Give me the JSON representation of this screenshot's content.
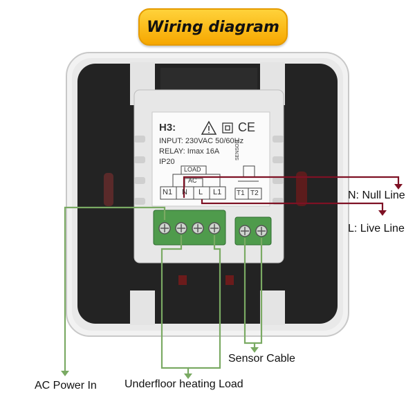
{
  "title": "Wiring diagram",
  "colors": {
    "title_bg": "#f8b400",
    "live_wire": "#7e1124",
    "green_wire": "#7aaa63",
    "device_body": "#232323",
    "terminal_green": "#4f9b4c"
  },
  "plate": {
    "model": "H3:",
    "input": "INPUT:  230VAC 50/60Hz",
    "relay": "RELAY:  Imax 16A",
    "ip": "IP20",
    "load_label": "LOAD",
    "ac_label": "AC",
    "sensor_label": "SENSOR",
    "terminals": [
      "N1",
      "N",
      "L",
      "L1"
    ],
    "sensor_terminals": [
      "T1",
      "T2"
    ],
    "ce_mark": "CE"
  },
  "labels": {
    "null_line": "N: Null Line",
    "live_line": "L: Live Line",
    "sensor_cable": "Sensor Cable",
    "ac_power_in": "AC Power In",
    "underfloor_load": "Underfloor heating Load"
  }
}
